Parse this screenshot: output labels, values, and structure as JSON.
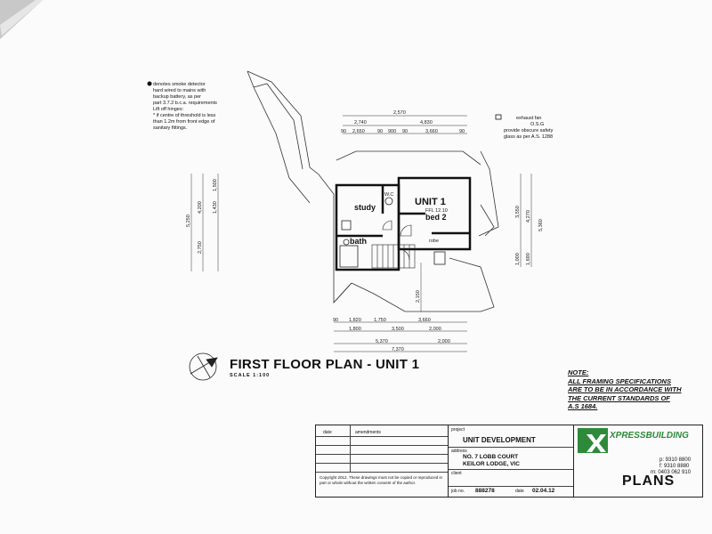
{
  "legend": {
    "line1": "denotes smoke detector",
    "line2": "hard wired to mains with",
    "line3": "backup battery, as per",
    "line4": "part 3.7.2 b.c.a. requirements",
    "line5": "Lift off hinges:",
    "line6": "* if centre of threshold is less",
    "line7": "than 1.2m from front edge of",
    "line8": "sanitary fittings."
  },
  "exhaust": {
    "line1": "exhaust fan",
    "line2": "O.S.G",
    "line3": "provide obscure safety",
    "line4": "glass as per A.S. 1288"
  },
  "rooms": {
    "unit": "UNIT 1",
    "bed": "bed 2",
    "study": "study",
    "bath": "bath",
    "wc": "W.C",
    "robe": "robe",
    "ffl": "FFL 12.10"
  },
  "dims": {
    "top1": "2,570",
    "top2": "2,740",
    "top3": "4,830",
    "t_a": "90",
    "t_b": "2,650",
    "t_c": "90",
    "t_d": "900",
    "t_e": "90",
    "t_f": "3,660",
    "t_g": "90",
    "bot1": "1,820",
    "bot2": "1,750",
    "bot3": "3,660",
    "bot4": "1,800",
    "bot5": "3,500",
    "bot6": "2,000",
    "bot7": "5,370",
    "bot8": "2,000",
    "bot9": "7,370",
    "b90": "90",
    "left1": "5,250",
    "left2": "4,200",
    "left3": "2,750",
    "left4": "1,430",
    "left5": "1,500",
    "right1": "3,550",
    "right2": "4,270",
    "right3": "5,360",
    "right4": "1,000",
    "right5": "1,690",
    "mid1": "2,150"
  },
  "title": "FIRST FLOOR PLAN - UNIT 1",
  "scale": "SCALE 1:100",
  "note": {
    "l1": "NOTE:",
    "l2": "ALL FRAMING SPECIFICATIONS",
    "l3": "ARE TO BE IN ACCORDANCE WITH",
    "l4": "THE CURRENT STANDARDS OF",
    "l5": "A.S 1684."
  },
  "titleblock": {
    "date_hdr": "date",
    "amend_hdr": "amendments",
    "copyright": "Copyright 2012. These drawings must not be copied or reproduced in part or whole without the written consent of the author.",
    "project_hdr": "project",
    "project": "UNIT DEVELOPMENT",
    "address_hdr": "address",
    "address1": "NO. 7 LOBB COURT",
    "address2": "KEILOR LODGE, VIC",
    "client_hdr": "client",
    "job_label": "job no.",
    "job_no": "888278",
    "date_label": "date",
    "date_val": "02.04.12",
    "brand": "XPRESSBUILDING",
    "ph1": "p: 9310 8800",
    "ph2": "f: 9310 8880",
    "ph3": "m: 0403 062 910",
    "plans": "PLANS"
  }
}
